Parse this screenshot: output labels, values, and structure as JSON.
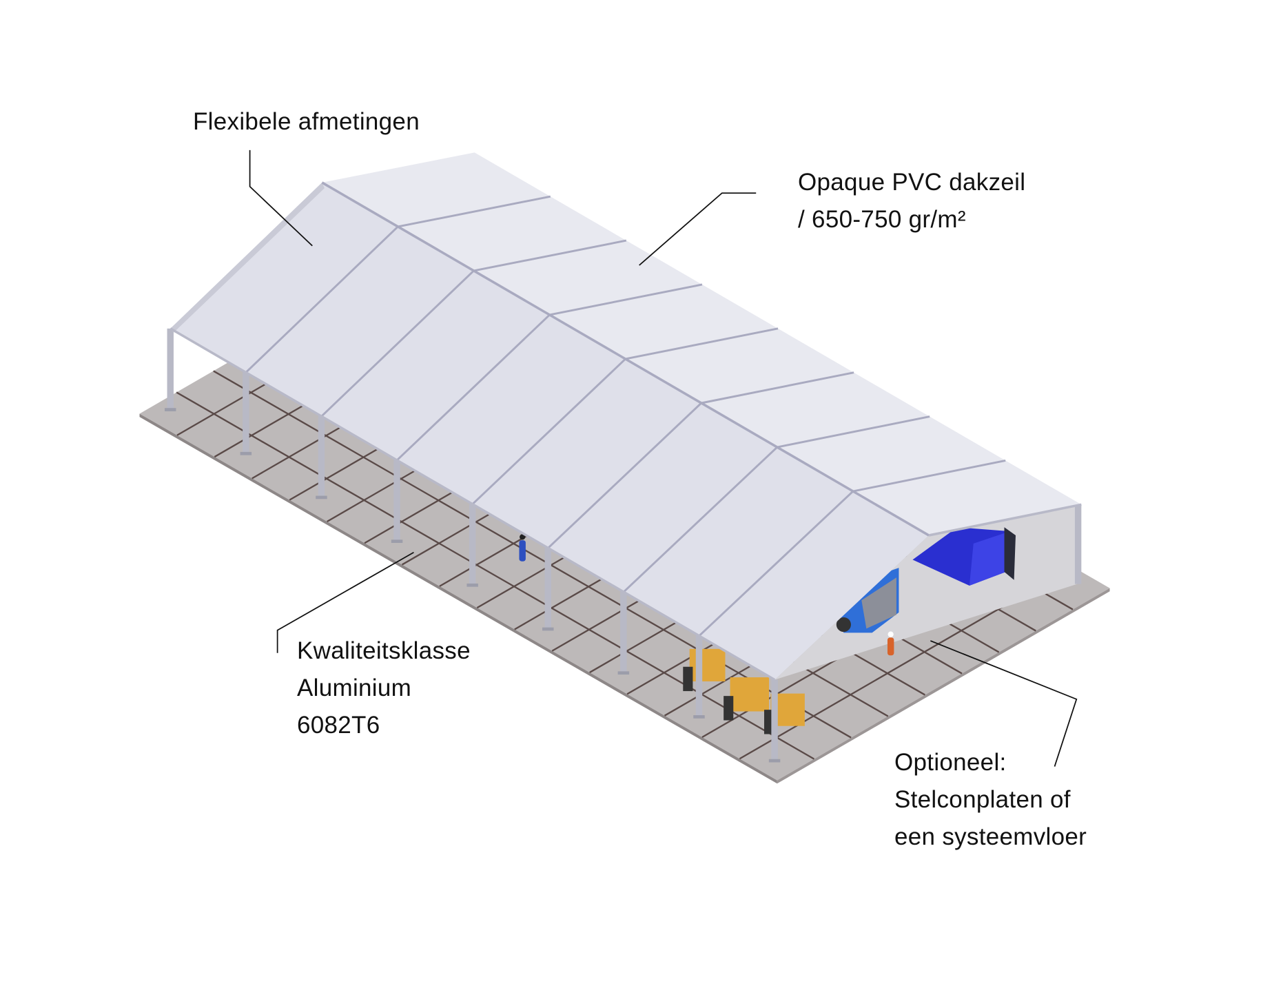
{
  "annotations": {
    "dimensions": {
      "lines": [
        "Flexibele afmetingen"
      ]
    },
    "roof": {
      "lines": [
        "Opaque PVC dakzeil",
        "/ 650-750 gr/m²"
      ]
    },
    "frame": {
      "lines": [
        "Kwaliteitsklasse",
        "Aluminium",
        "6082T6"
      ]
    },
    "floor": {
      "lines": [
        "Optioneel:",
        "Stelconplaten of",
        "een systeemvloer"
      ]
    }
  },
  "colors": {
    "roof_front": "#dfe0ea",
    "roof_back": "#e8e9f0",
    "roof_seam": "#a9aac0",
    "floor": "#bdb9b9",
    "floor_grid": "#5a4a48",
    "post": "#b8b9c6",
    "container": "#2a2fd0",
    "leader": "#111111"
  }
}
